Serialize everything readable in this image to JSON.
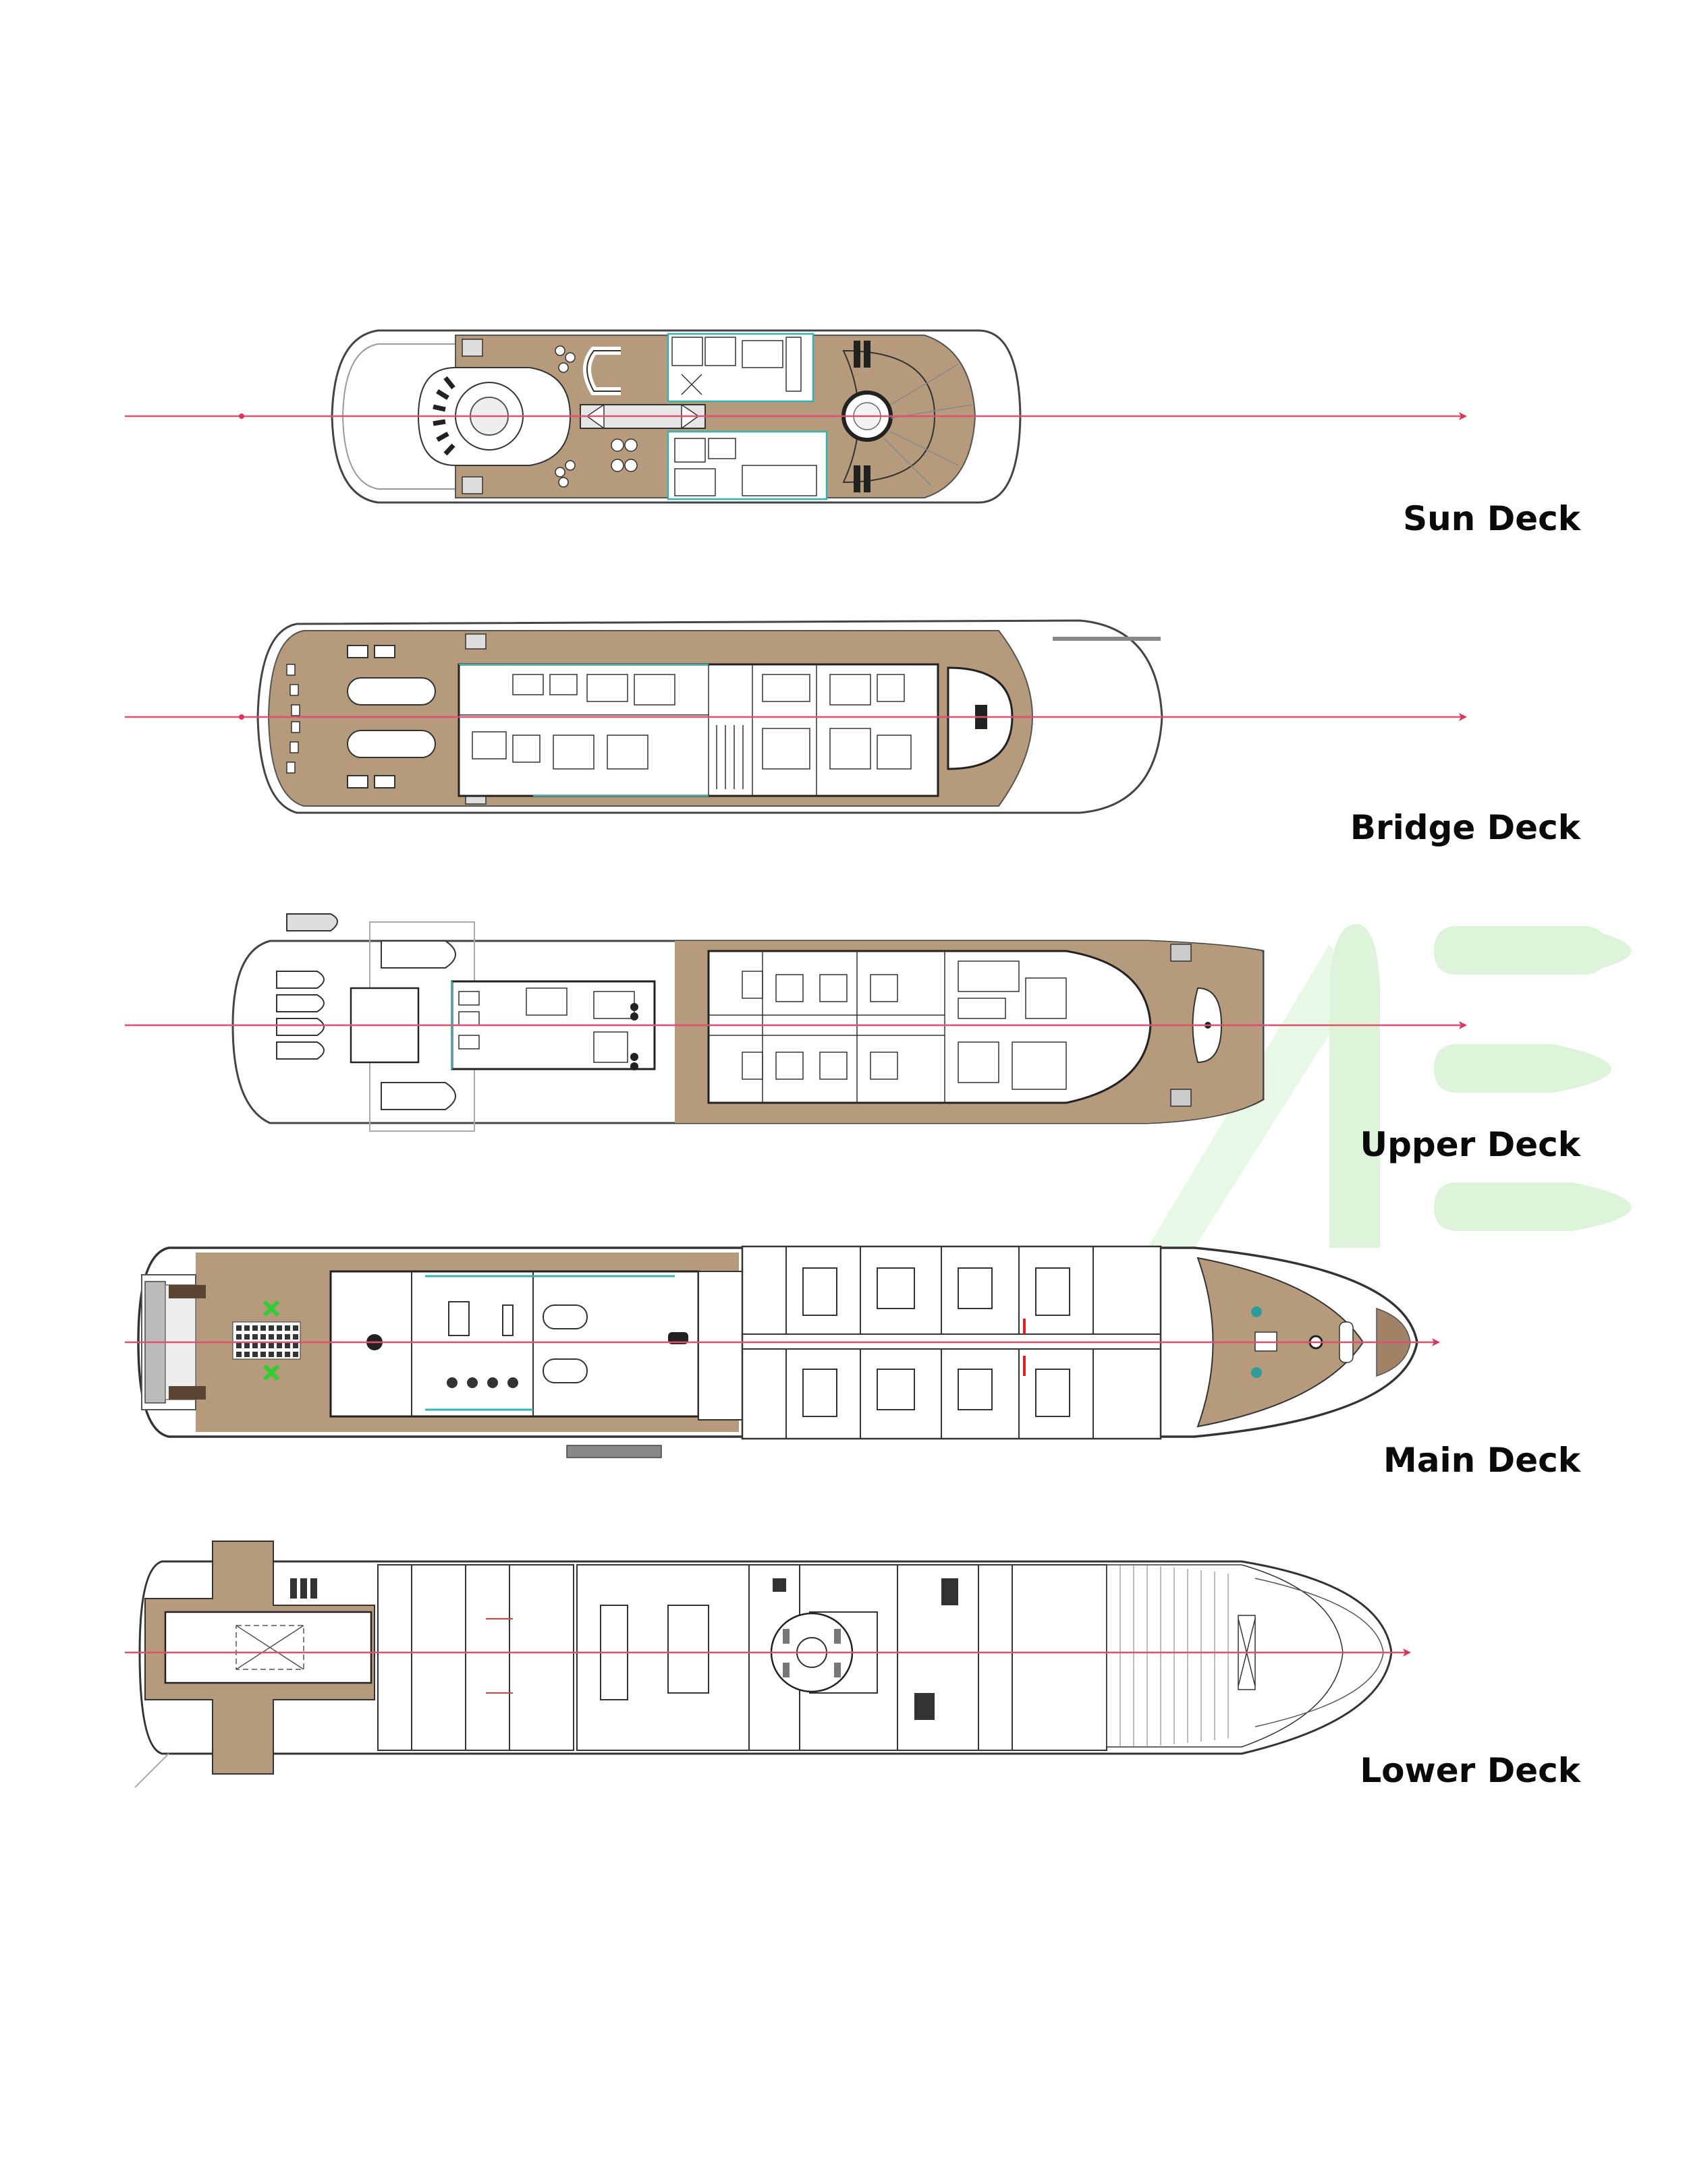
{
  "diagram": {
    "type": "yacht general arrangement",
    "colors": {
      "teak": "#b59a7c",
      "teak_dark": "#8f7257",
      "hull_line": "#444444",
      "wall_line": "#222222",
      "centerline": "#e0506e",
      "glass": "#34b3b0",
      "watermark": "#dcf4d8",
      "helipad_mark": "#33cc33"
    },
    "watermark": {
      "text": "ME"
    },
    "decks": [
      {
        "id": "sun",
        "label": "Sun Deck"
      },
      {
        "id": "bridge",
        "label": "Bridge Deck"
      },
      {
        "id": "upper",
        "label": "Upper Deck"
      },
      {
        "id": "main",
        "label": "Main Deck"
      },
      {
        "id": "lower",
        "label": "Lower Deck"
      }
    ]
  }
}
